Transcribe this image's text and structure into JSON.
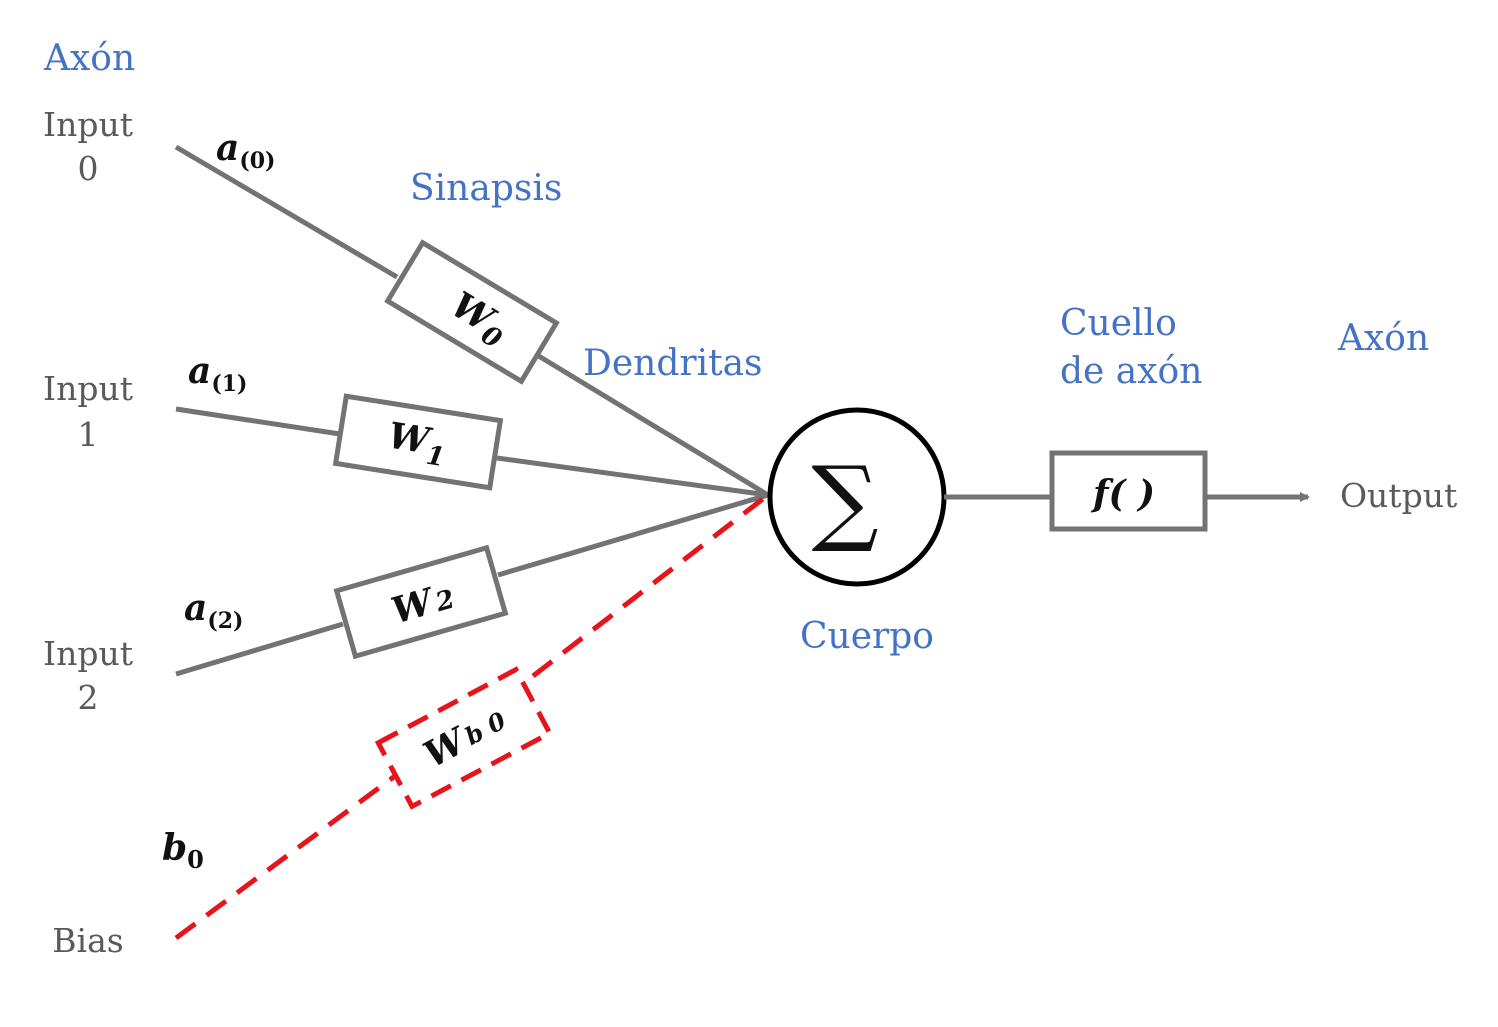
{
  "labels": {
    "axon_left": "Axón",
    "sinapsis": "Sinapsis",
    "dendritas": "Dendritas",
    "cuerpo": "Cuerpo",
    "cuello_line1": "Cuello",
    "cuello_line2": "de axón",
    "axon_right": "Axón"
  },
  "inputs": [
    {
      "line1": "Input",
      "line2": "0",
      "activation": "a",
      "subscript": "(0)",
      "weight": "W",
      "weight_sub": "0"
    },
    {
      "line1": "Input",
      "line2": "1",
      "activation": "a",
      "subscript": "(1)",
      "weight": "W",
      "weight_sub": "1"
    },
    {
      "line1": "Input",
      "line2": "2",
      "activation": "a",
      "subscript": "(2)",
      "weight": "W",
      "weight_sub": "2"
    }
  ],
  "bias": {
    "label": "Bias",
    "symbol": "b",
    "symbol_sub": "0",
    "weight": "W",
    "weight_sub": "b 0"
  },
  "sum_symbol": "∑",
  "activation_fn": "f( )",
  "output": "Output",
  "colors": {
    "label_blue": "#4472c4",
    "text_gray": "#595959",
    "wire_gray": "#737373",
    "bias_red": "#e8141c"
  }
}
